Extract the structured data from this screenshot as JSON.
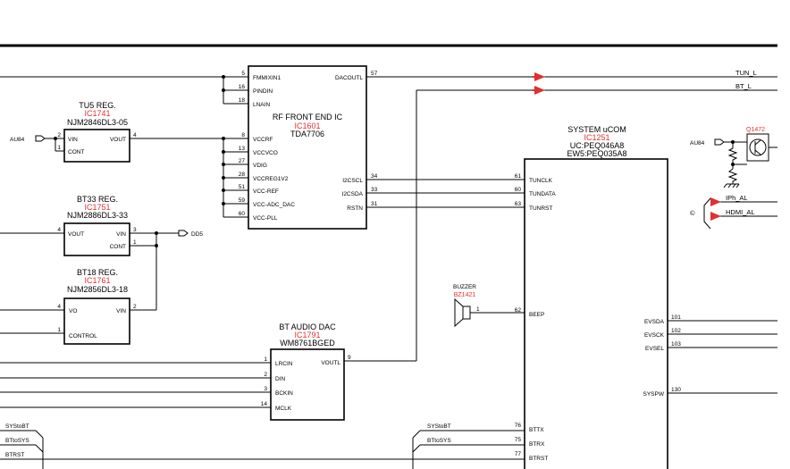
{
  "rf_ic": {
    "title": "RF FRONT END IC",
    "ref": "IC1601",
    "part": "TDA7706",
    "left_pins": [
      {
        "num": "5",
        "name": "FMMIXIN1"
      },
      {
        "num": "16",
        "name": "PINDIN"
      },
      {
        "num": "18",
        "name": "LNAIN"
      },
      {
        "num": "8",
        "name": "VCCRF"
      },
      {
        "num": "13",
        "name": "VCCVCO"
      },
      {
        "num": "27",
        "name": "VDIG"
      },
      {
        "num": "28",
        "name": "VCCREG1V2"
      },
      {
        "num": "51",
        "name": "VCC-REF"
      },
      {
        "num": "59",
        "name": "VCC-ADC_DAC"
      },
      {
        "num": "60",
        "name": "VCC-PLL"
      }
    ],
    "right_pins": [
      {
        "num": "57",
        "name": "DACOUTL"
      },
      {
        "num": "34",
        "name": "I2CSCL"
      },
      {
        "num": "33",
        "name": "I2CSDA"
      },
      {
        "num": "31",
        "name": "RSTN"
      }
    ]
  },
  "tu5_reg": {
    "title": "TU5 REG.",
    "ref": "IC1741",
    "part": "NJM2846DL3-05",
    "pins": [
      {
        "num": "2",
        "name": "VIN"
      },
      {
        "num": "1",
        "name": "CONT"
      },
      {
        "num": "4",
        "name": "VOUT"
      }
    ],
    "input_label": "AU84"
  },
  "bt33_reg": {
    "title": "BT33 REG.",
    "ref": "IC1751",
    "part": "NJM2886DL3-33",
    "pins": [
      {
        "num": "4",
        "name": "VOUT"
      },
      {
        "num": "3",
        "name": "VIN"
      },
      {
        "num": "1",
        "name": "CONT"
      }
    ],
    "output_label": "DD5"
  },
  "bt18_reg": {
    "title": "BT18 REG.",
    "ref": "IC1761",
    "part": "NJM2856DL3-18",
    "pins": [
      {
        "num": "4",
        "name": "VO"
      },
      {
        "num": "2",
        "name": "VIN"
      },
      {
        "num": "1",
        "name": "CONTROL"
      }
    ]
  },
  "bt_dac": {
    "title": "BT AUDIO DAC",
    "ref": "IC1791",
    "part": "WM8761BGED",
    "left_pins": [
      {
        "num": "1",
        "name": "LRCIN"
      },
      {
        "num": "2",
        "name": "DIN"
      },
      {
        "num": "3",
        "name": "BCKIN"
      },
      {
        "num": "14",
        "name": "MCLK"
      }
    ],
    "right_pins": [
      {
        "num": "9",
        "name": "VOUTL"
      }
    ]
  },
  "ucom": {
    "title": "SYSTEM uCOM",
    "ref": "IC1251",
    "part1": "UC:PEQ046A8",
    "part2": "EW5:PEQ035A8",
    "left_pins": [
      {
        "num": "61",
        "name": "TUNCLK"
      },
      {
        "num": "60",
        "name": "TUNDATA"
      },
      {
        "num": "63",
        "name": "TUNRST"
      },
      {
        "num": "62",
        "name": "BEEP"
      },
      {
        "num": "76",
        "name": "BTTX"
      },
      {
        "num": "75",
        "name": "BTRX"
      },
      {
        "num": "77",
        "name": "BTRST"
      }
    ],
    "right_pins": [
      {
        "num": "101",
        "name": "EVSDA"
      },
      {
        "num": "102",
        "name": "EVSCK"
      },
      {
        "num": "103",
        "name": "EVSEL"
      },
      {
        "num": "130",
        "name": "SYSPW"
      }
    ]
  },
  "buzzer": {
    "title": "BUZZER",
    "ref": "BZ1421",
    "pin": "1"
  },
  "transistor": {
    "ref": "Q1472",
    "supply": "AU84"
  },
  "out_signals": {
    "tun_l": "TUN_L",
    "bt_l": "BT_L",
    "iph_al": "IPh_AL",
    "hdmi_al": "HDMI_AL"
  },
  "conn_symbol": "©",
  "bt_signals_left": [
    "SYStoBT",
    "BTtoSYS",
    "BTRST"
  ],
  "bt_signals_mid": [
    "SYStoBT",
    "BTtoSYS"
  ]
}
